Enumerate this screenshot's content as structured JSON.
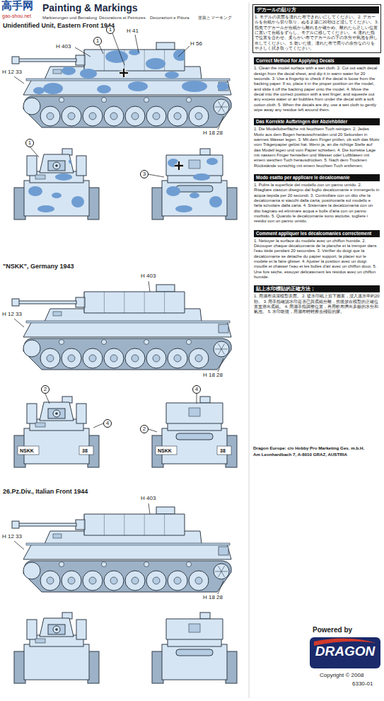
{
  "diagram": {
    "title": "Painting & Markings",
    "nodes": [
      {
        "text": [
          "デカールの貼り方",
          "1. モデルの表面を濡れた布できれいにしてください。 2. デカールを台紙から切り取り、ぬるま湯に20秒ほど浸してください。 3. 指先でデカールが台紙から離れるか確かめ、離れたら正しい位置に置いて台紙をずらし、モデルに移してください。 4. 濡れた指で位置を合わせ、柔らかい布でデカールの下の水分や気泡を押し出してください。 5. 乾いた後、濡れた布で周りの余分なのりをやさしく拭き取ってください。"
        ]
      },
      {
        "text": [
          "Correct Method for Applying Decals",
          "1. Clean the model surface with a wet cloth. 2. Cut out each decal design from the decal sheet, and dip it in warm water for 20 seconds. 3. Use a fingertip to check if the decal is loose from the backing paper. If so, place it in the proper position on the model, and slide it off the backing paper onto the model. 4. Move the decal into the correct position with a wet finger, and squeeze out any excess water or air bubbles from under the decal with a soft cotton cloth. 5. When the decals are dry, use a wet cloth to gently wipe away any residue left around them."
        ]
      },
      {
        "text": [
          "Das Korrekte Aufbringen der Abziehbilder",
          "1. Die Modelloberfläche mit feuchtem Tuch reinigen. 2. Jedes Motiv aus dem Bogen herausschneiden und 20 Sekunden in warmes Wasser legen. 3. Mit dem Finger prüfen, ob sich das Motiv vom Trägerpapier gelöst hat. Wenn ja, an die richtige Stelle auf das Modell legen und vom Papier schieben. 4. Die korrekte Lage mit nassem Finger herstellen und Wasser oder Luftblasen mit einem weichen Tuch herausdrücken. 5. Nach dem Trocknen Rückstände vorsichtig mit einem feuchten Tuch entfernen."
        ]
      },
      {
        "text": [
          "Modo esatto per applicare le decalcomanie",
          "1. Pulire la superficie del modello con un panno umido. 2. Ritagliare ciascun disegno dal foglio decalcomanie e immergerlo in acqua tiepida per 20 secondi. 3. Controllare con un dito che la decalcomania si stacchi dalla carta; posizionarla sul modello e farla scivolare dalla carta. 4. Sistemare la decalcomania con un dito bagnato ed eliminare acqua e bolle d'aria con un panno morbido. 5. Quando le decalcomanie sono asciutte, togliere i residui con un panno umido."
        ]
      },
      {
        "text": [
          "Comment appliquer les décalcomanies correctement",
          "1. Nettoyer la surface du modèle avec un chiffon humide. 2. Découper chaque décalcomanie de la planche et la tremper dans l'eau tiède pendant 20 secondes. 3. Vérifier du doigt que la décalcomanie se détache du papier support, la placer sur le modèle et la faire glisser. 4. Ajuster la position avec un doigt mouillé et chasser l'eau et les bulles d'air avec un chiffon doux. 5. Une fois sèche, essuyer délicatement les résidus avec un chiffon humide."
        ]
      },
      {
        "text": [
          "貼上水印標貼的正確方法：",
          "1. 用濕布清潔模型表面。 2. 從水印紙上剪下圖案，浸入溫水中約20秒。 3. 用手指確認水印是否已與底紙分離，然後放在模型的正確位置並滑出底紙。 4. 用濕手指調整位置，再用軟布擠出多餘的水分和氣泡。 5. 水印乾後，用濕布輕輕擦去殘留的膠。"
        ]
      }
    ],
    "labels": [
      "高手网",
      "gao-shou.net",
      "Markierungen und Bemalung",
      "Décorations et Peintures",
      "Decorazioni e Pittura",
      "塗装とマーキング",
      "Unidentified Unit, Eastern Front 1944",
      "1",
      "1",
      "H 403",
      "H 41",
      "H 56",
      "H 12 33",
      "H 18 28",
      "1",
      "3",
      "\"NSKK\", Germany 1943",
      "H 403",
      "H 12 33",
      "H 18 28",
      "2",
      "4",
      "NSKK",
      "38",
      "4",
      "2",
      "NSKK",
      "38",
      "26.Pz.Div., Italian Front 1944",
      "H 403",
      "H 12 33",
      "H 18 28",
      "Dragon Europe: c/o Hobby Pro Marketing Ges. m.b.H.",
      "Am Leonhardbach 7, A-8010 GRAZ, AUSTRIA",
      "Powered by",
      "DRAGON",
      "Copyright © 2008",
      "6330-01"
    ]
  }
}
